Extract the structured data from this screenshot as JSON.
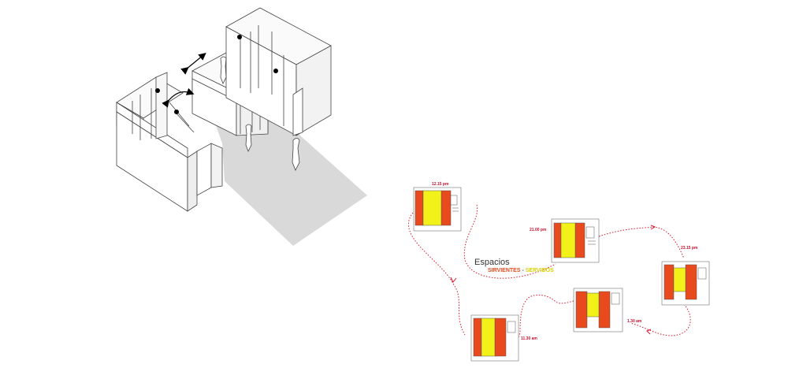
{
  "legend": {
    "title": "Espacios",
    "serving_label": "SIRVIENTES",
    "separator": " - ",
    "served_label": "SERVIDOS"
  },
  "times": {
    "t1": "12.15 pm",
    "t2": "21.00 pm",
    "t3": "23.15 pm",
    "t4": "1.30 am",
    "t5": "11.30 am"
  },
  "colors": {
    "serving": "#e8491d",
    "served": "#f2f21a",
    "path": "#d6182b",
    "ground": "#d9d9d9"
  }
}
